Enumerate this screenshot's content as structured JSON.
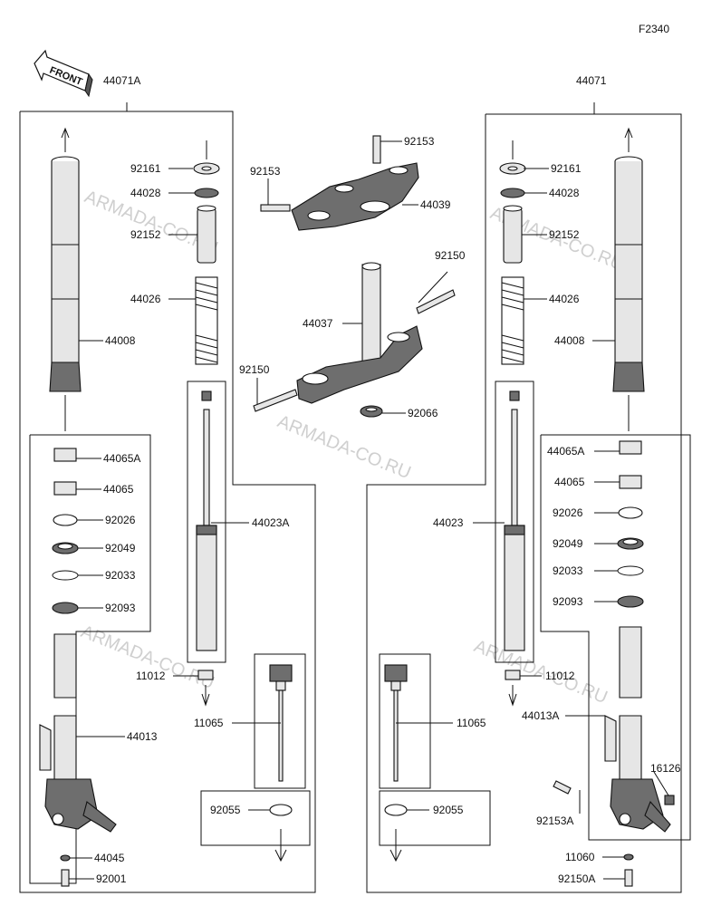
{
  "diagram_code": "F2340",
  "front_label": "FRONT",
  "watermark": "ARMADA-CO.RU",
  "left_assembly": {
    "assembly": "44071A",
    "tube": "44008",
    "cap": "92161",
    "cap_seal": "44028",
    "spacer": "92152",
    "spring": "44026",
    "cartridge": "44023A",
    "bush_upper": "44065A",
    "bush_lower": "44065",
    "washer": "92026",
    "oil_seal": "92049",
    "stop_ring": "92033",
    "dust_seal": "92093",
    "outer_tube": "44013",
    "gasket": "44045",
    "bolt": "92001",
    "collar": "11012",
    "damper_rod": "11065",
    "o_ring": "92055"
  },
  "right_assembly": {
    "assembly": "44071",
    "tube": "44008",
    "cap": "92161",
    "cap_seal": "44028",
    "spacer": "92152",
    "spring": "44026",
    "cartridge": "44023",
    "bush_upper": "44065A",
    "bush_lower": "44065",
    "washer": "92026",
    "oil_seal": "92049",
    "stop_ring": "92033",
    "dust_seal": "92093",
    "outer_tube": "44013A",
    "caliper_bolt": "92153A",
    "axle_bolt": "16126",
    "gasket": "11060",
    "bolt": "92150A",
    "collar": "11012",
    "damper_rod": "11065",
    "o_ring": "92055"
  },
  "steering": {
    "bolt_top_a": "92153",
    "bolt_top_b": "92153",
    "upper_bracket": "44039",
    "bolt_stem_a": "92150",
    "stem": "44037",
    "bolt_stem_b": "92150",
    "stem_seal": "92066"
  }
}
